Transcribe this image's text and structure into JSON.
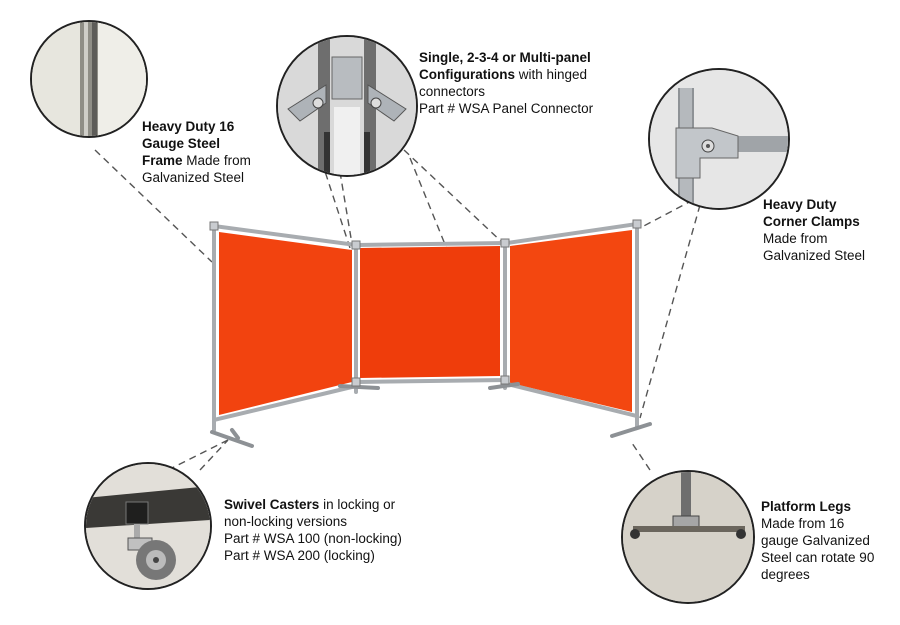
{
  "colors": {
    "curtain": "#f2430f",
    "frame": "#b9bcbf",
    "frame_dark": "#7d8185",
    "outline": "#222222",
    "leader_line": "#555555"
  },
  "callouts": {
    "frame": {
      "bold": "Heavy Duty 16 Gauge Steel Frame",
      "bold_lines": [
        "Heavy Duty 16",
        "Gauge Steel",
        "Frame"
      ],
      "rest": "Made from Galvanized Steel",
      "rest_first": "Made from",
      "rest_lines": [
        "Galvanized Steel"
      ],
      "icon": "steel-tube-icon"
    },
    "connector": {
      "bold_lines": [
        "Single, 2-3-4 or Multi-panel",
        "Configurations"
      ],
      "rest_first": "with hinged",
      "rest_lines": [
        "connectors",
        "Part # WSA Panel Connector"
      ],
      "icon": "hinged-connector-icon"
    },
    "corner": {
      "bold_lines": [
        "Heavy Duty",
        "Corner Clamps"
      ],
      "rest_lines": [
        "Made from",
        "Galvanized Steel"
      ],
      "icon": "corner-clamp-icon"
    },
    "casters": {
      "bold": "Swivel Casters",
      "rest_first": "in locking or",
      "rest_lines": [
        "non-locking versions",
        "Part # WSA 100 (non-locking)",
        "Part # WSA 200 (locking)"
      ],
      "icon": "caster-wheel-icon"
    },
    "legs": {
      "bold": "Platform Legs",
      "rest_lines": [
        "Made from 16",
        "gauge Galvanized",
        "Steel can rotate 90",
        "degrees"
      ],
      "icon": "platform-leg-icon"
    }
  }
}
